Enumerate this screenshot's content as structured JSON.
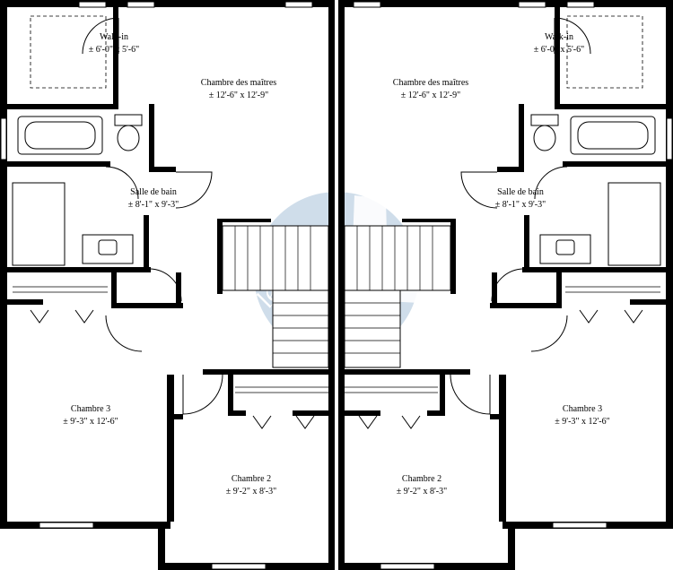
{
  "plan": {
    "watermark": "les plans",
    "units": [
      {
        "walkin": {
          "name": "Walk-in",
          "dims": "± 6'-0\" x 5'-6\""
        },
        "master": {
          "name": "Chambre des maîtres",
          "dims": "± 12'-6\" x 12'-9\""
        },
        "bath": {
          "name": "Salle de bain",
          "dims": "± 8'-1\" x 9'-3\""
        },
        "bed3": {
          "name": "Chambre 3",
          "dims": "± 9'-3\" x 12'-6\""
        },
        "bed2": {
          "name": "Chambre 2",
          "dims": "± 9'-2\" x 8'-3\""
        }
      },
      {
        "walkin": {
          "name": "Walk-in",
          "dims": "± 6'-0\" x 5'-6\""
        },
        "master": {
          "name": "Chambre des maîtres",
          "dims": "± 12'-6\" x 12'-9\""
        },
        "bath": {
          "name": "Salle de bain",
          "dims": "± 8'-1\" x 9'-3\""
        },
        "bed3": {
          "name": "Chambre 3",
          "dims": "± 9'-3\" x 12'-6\""
        },
        "bed2": {
          "name": "Chambre 2",
          "dims": "± 9'-2\" x 8'-3\""
        }
      }
    ]
  }
}
